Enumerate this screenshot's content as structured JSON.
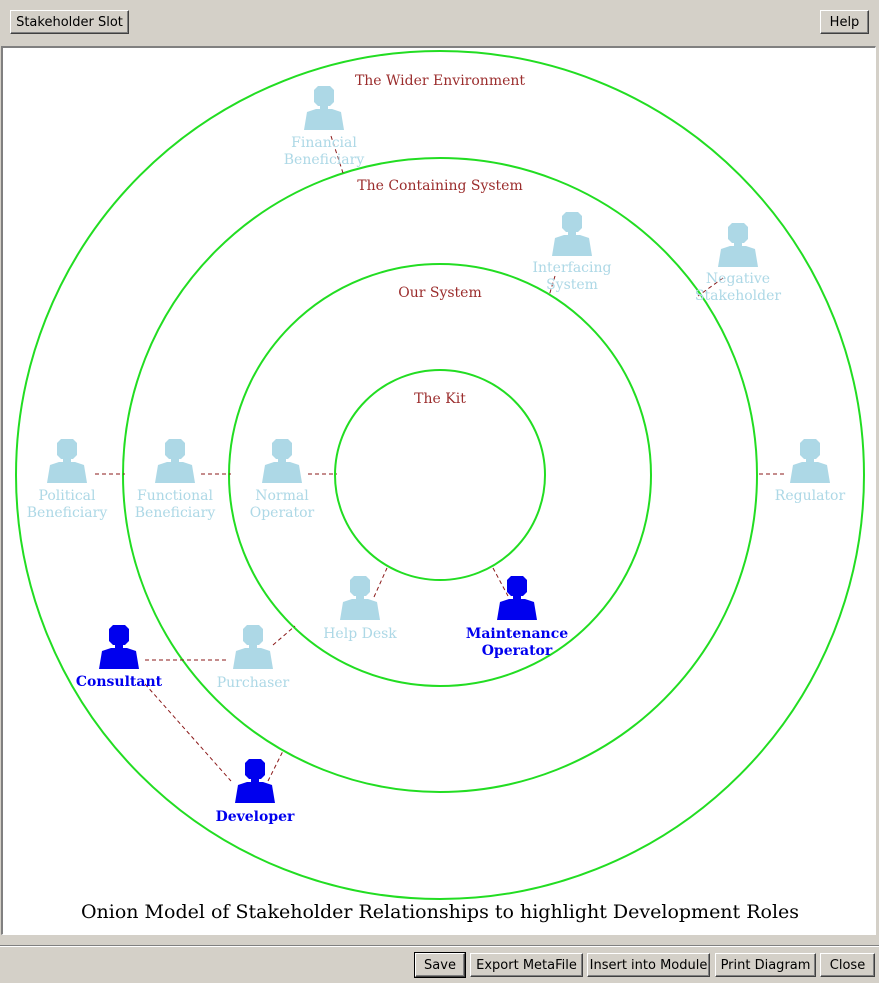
{
  "toolbar": {
    "stakeholder_slot_label": "Stakeholder Slot",
    "help_label": "Help"
  },
  "footer": {
    "save_label": "Save",
    "export_label": "Export MetaFile",
    "insert_label": "Insert into Module",
    "print_label": "Print Diagram",
    "close_label": "Close"
  },
  "diagram": {
    "caption": "Onion Model of Stakeholder Relationships to highlight Development Roles",
    "ring_color": "#22dd22",
    "ring_label_color": "#9b2d2d",
    "active_color": "#0000ee",
    "inactive_color": "#add8e6",
    "connector_color": "#8b1a1a",
    "rings": [
      {
        "label": "The Kit"
      },
      {
        "label": "Our System"
      },
      {
        "label": "The Containing System"
      },
      {
        "label": "The Wider Environment"
      }
    ],
    "stakeholders": [
      {
        "key": "financial",
        "lines": [
          "Financial",
          "Beneficiary"
        ],
        "active": false
      },
      {
        "key": "interfacing",
        "lines": [
          "Interfacing",
          "System"
        ],
        "active": false
      },
      {
        "key": "negative",
        "lines": [
          "Negative",
          "Stakeholder"
        ],
        "active": false
      },
      {
        "key": "political",
        "lines": [
          "Political",
          "Beneficiary"
        ],
        "active": false
      },
      {
        "key": "functional",
        "lines": [
          "Functional",
          "Beneficiary"
        ],
        "active": false
      },
      {
        "key": "normal",
        "lines": [
          "Normal",
          "Operator"
        ],
        "active": false
      },
      {
        "key": "regulator",
        "lines": [
          "Regulator"
        ],
        "active": false
      },
      {
        "key": "helpdesk",
        "lines": [
          "Help Desk"
        ],
        "active": false
      },
      {
        "key": "maintenance",
        "lines": [
          "Maintenance",
          "Operator"
        ],
        "active": true
      },
      {
        "key": "consultant",
        "lines": [
          "Consultant"
        ],
        "active": true
      },
      {
        "key": "purchaser",
        "lines": [
          "Purchaser"
        ],
        "active": false
      },
      {
        "key": "developer",
        "lines": [
          "Developer"
        ],
        "active": true
      }
    ]
  }
}
